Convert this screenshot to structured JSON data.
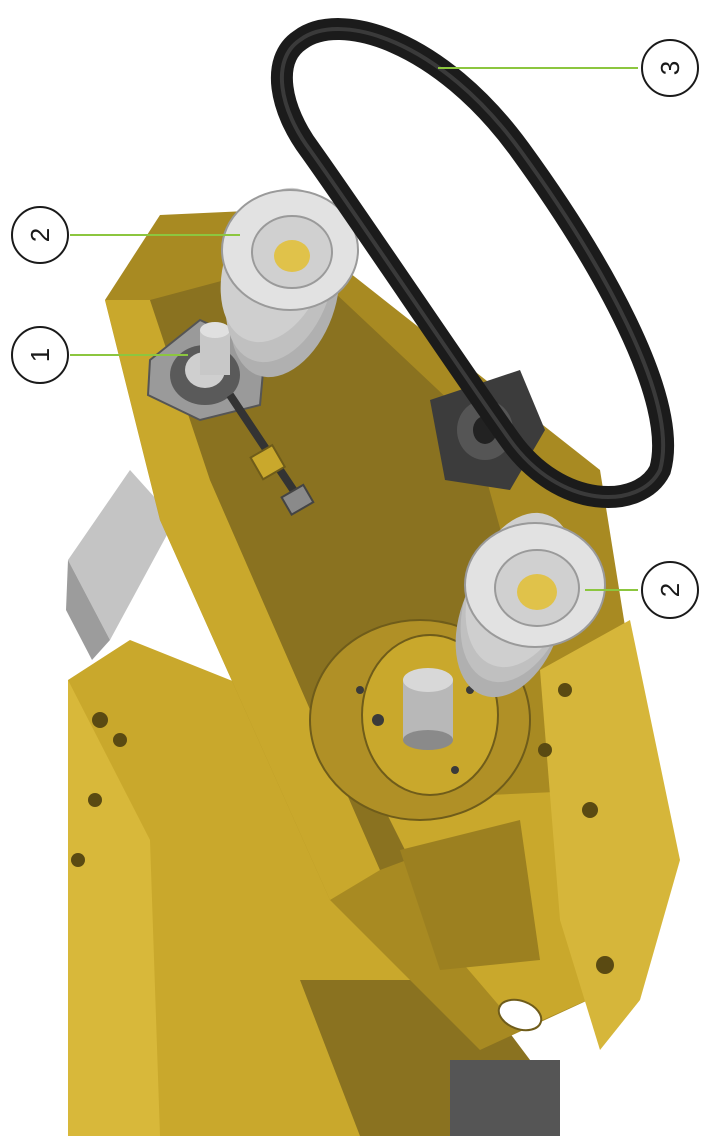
{
  "colors": {
    "background": "#ffffff",
    "housing_yellow": "#c9a82c",
    "housing_dark": "#8a7220",
    "housing_shadow": "#6f5c1a",
    "housing_light": "#e0c24a",
    "pulley_grey": "#cfcfcf",
    "pulley_dark": "#9a9a9a",
    "belt": "#1b1b1b",
    "leader_line": "#8cc63f",
    "callout_stroke": "#1a1a1a",
    "shaft_grey": "#b8b8b8",
    "pipe_grey": "#bdbdbd",
    "bolt": "#5a4a12"
  },
  "callouts": [
    {
      "id": "item-1",
      "label": "1",
      "target": "bearing-shaft"
    },
    {
      "id": "item-2a",
      "label": "2",
      "target": "upper-pulley"
    },
    {
      "id": "item-2b",
      "label": "2",
      "target": "lower-pulley"
    },
    {
      "id": "item-3",
      "label": "3",
      "target": "drive-belt"
    }
  ]
}
